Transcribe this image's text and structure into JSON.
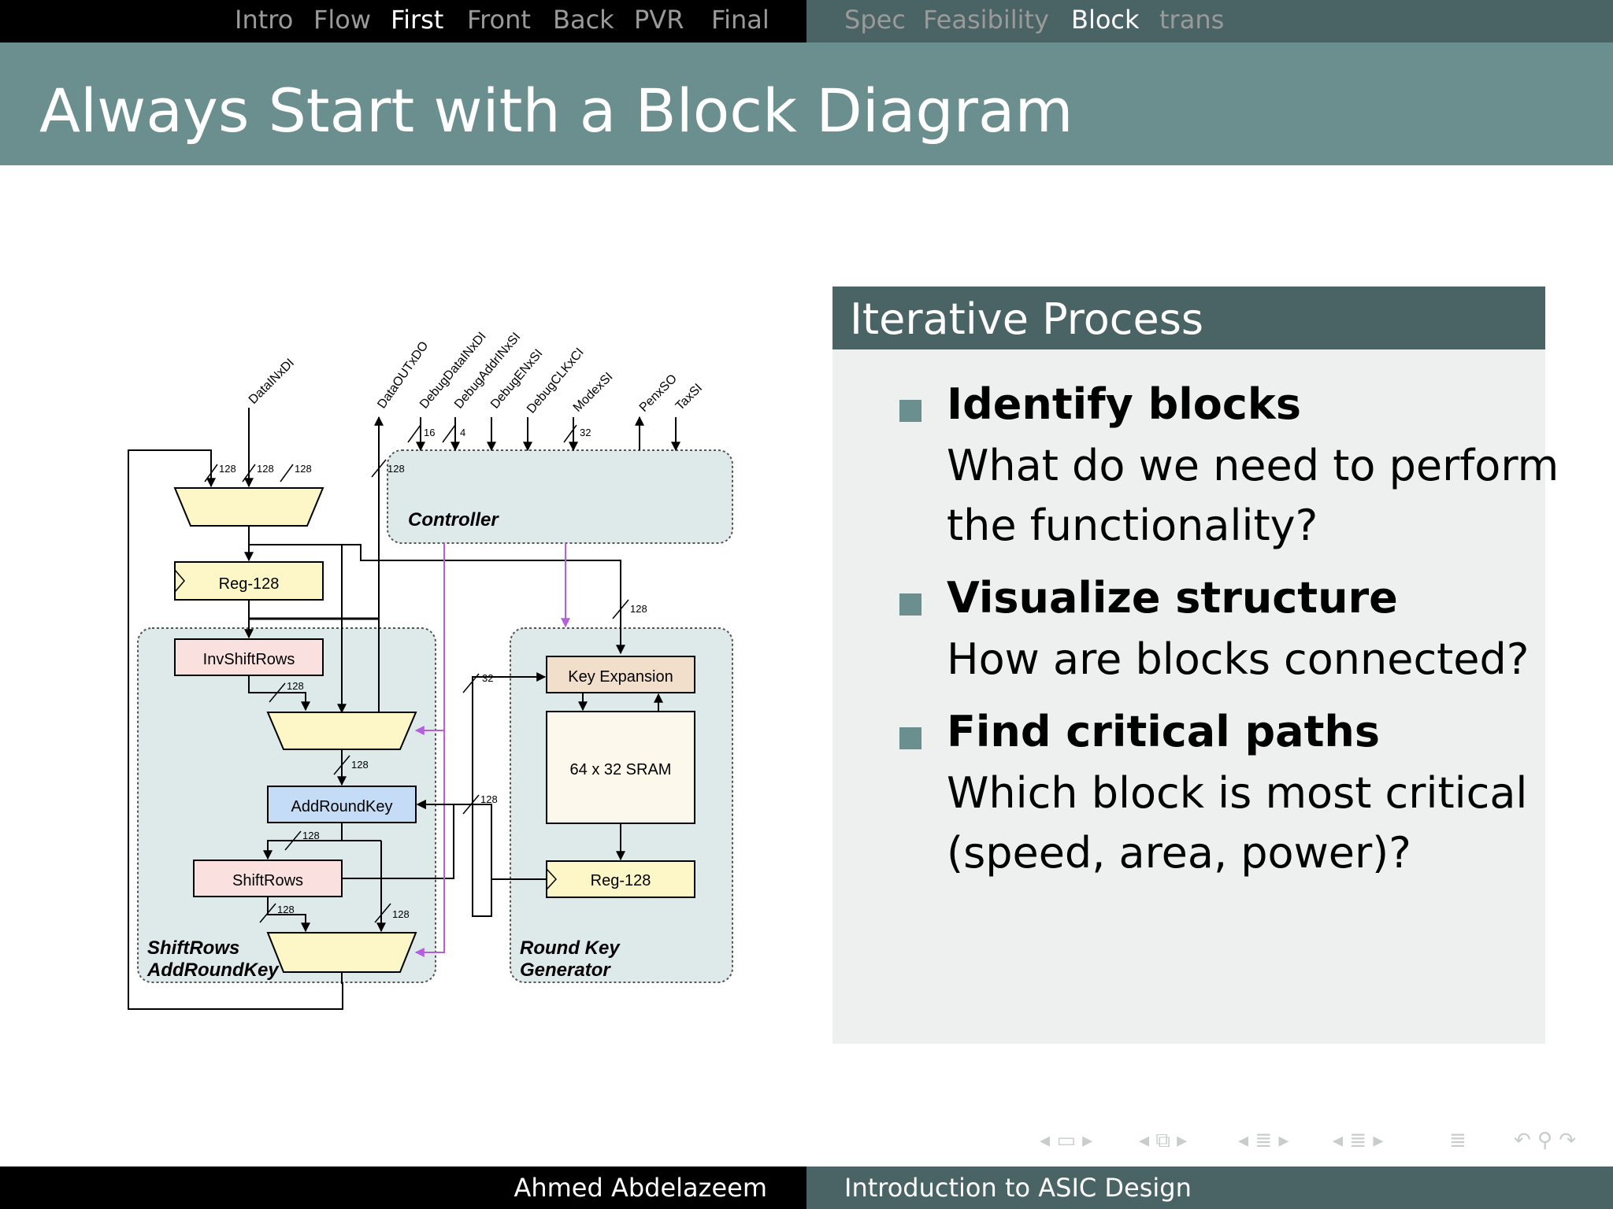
{
  "nav": {
    "sections_left": [
      "Intro",
      "Flow",
      "First",
      "Front",
      "Back",
      "PVR",
      "Final"
    ],
    "active_left": "First",
    "sections_right": [
      "Spec",
      "Feasibility",
      "Block",
      "trans"
    ],
    "active_right": "Block"
  },
  "slide": {
    "title": "Always Start with a Block Diagram"
  },
  "block": {
    "title": "Iterative Process",
    "items": [
      {
        "head": "Identify blocks",
        "text": [
          "What do we need to perform",
          "the functionality?"
        ]
      },
      {
        "head": "Visualize structure",
        "text": [
          "How are blocks connected?"
        ]
      },
      {
        "head": "Find critical paths",
        "text": [
          "Which block is most critical",
          "(speed, area, power)?"
        ]
      }
    ]
  },
  "diagram": {
    "signals": [
      "DataINxDI",
      "DataOUTxDO",
      "DebugDataINxDI",
      "DebugAddrINxSI",
      "DebugENxSI",
      "DebugCLKxCI",
      "ModexSI",
      "PenxSO",
      "TaxSI"
    ],
    "blocks": {
      "controller": "Controller",
      "reg_top": "Reg-128",
      "invshiftrows": "InvShiftRows",
      "addroundkey": "AddRoundKey",
      "shiftrows": "ShiftRows",
      "key_expansion": "Key Expansion",
      "sram": "64 x 32 SRAM",
      "reg_key": "Reg-128"
    },
    "group_left": [
      "ShiftRows",
      "AddRoundKey"
    ],
    "group_right": [
      "Round Key",
      "Generator"
    ],
    "widths": {
      "w128": "128",
      "w16": "16",
      "w4": "4",
      "w32": "32"
    }
  },
  "footer": {
    "author": "Ahmed Abdelazeem",
    "course": "Introduction to ASIC Design"
  },
  "colors": {
    "nav_dark": "#000000",
    "nav_teal": "#4a6364",
    "title_bar": "#6b8e8e",
    "block_bg": "#eeefef",
    "group_bg": "#deeaea",
    "yellow": "#fdf6c6",
    "pink": "#fbe0e0",
    "blue": "#c5dcf6",
    "beige": "#f2dfcb",
    "purple": "#b45ee0"
  }
}
